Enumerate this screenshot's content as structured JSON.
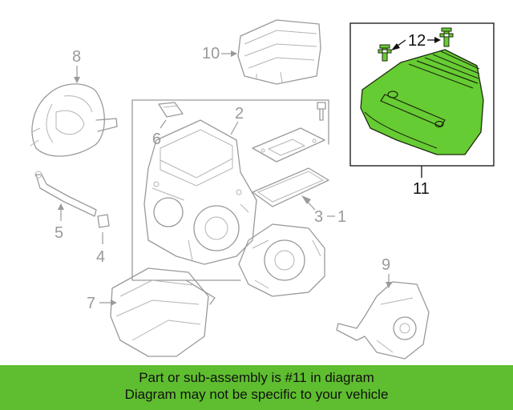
{
  "callouts": {
    "c1": "1",
    "c2": "2",
    "c3": "3",
    "c4": "4",
    "c5": "5",
    "c6": "6",
    "c7": "7",
    "c8": "8",
    "c9": "9",
    "c10": "10",
    "c11": "11",
    "c12": "12"
  },
  "highlight": {
    "part_number": "11",
    "fill_color": "#66cc33"
  },
  "banner": {
    "line1": "Part or sub-assembly is #11 in diagram",
    "line2": "Diagram may not be specific to your vehicle",
    "background": "#5fbe2f"
  }
}
